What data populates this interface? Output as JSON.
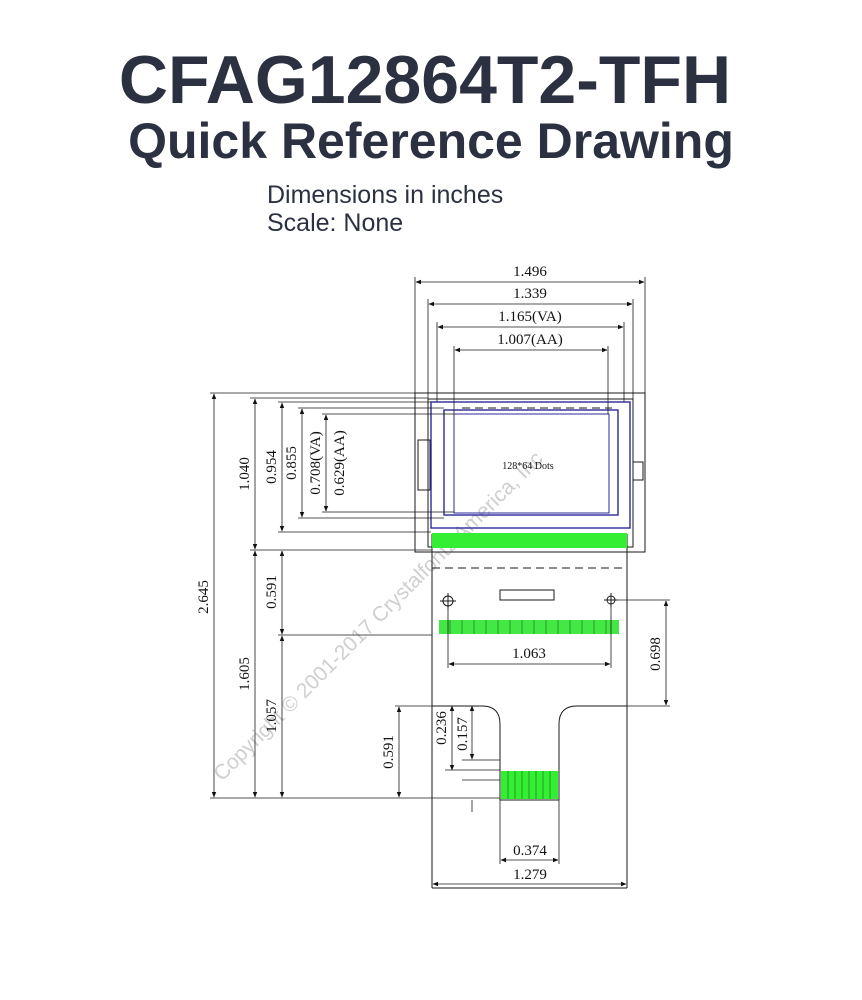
{
  "header": {
    "title": "CFAG12864T2-TFH",
    "subtitle": "Quick Reference Drawing",
    "units_note": "Dimensions in inches",
    "scale_note": "Scale: None"
  },
  "drawing": {
    "resolution_label": "128*64 Dots",
    "watermark": "Copyright © 2001-2017 Crystalfontz America, Inc",
    "dimensions": {
      "overall_width": "1.496",
      "bezel_width": "1.339",
      "va_width": "1.165(VA)",
      "aa_width": "1.007(AA)",
      "height_1040": "1.040",
      "height_0954": "0.954",
      "height_0855": "0.855",
      "height_va": "0.708(VA)",
      "height_aa": "0.629(AA)",
      "overall_height": "2.645",
      "tail_upper": "0.591",
      "tail_total": "1.605",
      "tail_1057": "1.057",
      "tab_0591": "0.591",
      "tab_0236": "0.236",
      "tab_0157": "0.157",
      "hole_spacing": "1.063",
      "hole_height": "0.698",
      "contact_width": "0.374",
      "tail_width": "1.279"
    },
    "colors": {
      "outline": "#1a1a1a",
      "viewing_area": "#2b2b9a",
      "flex_highlight": "#33ee33",
      "watermark": "#c8c8c8"
    }
  }
}
